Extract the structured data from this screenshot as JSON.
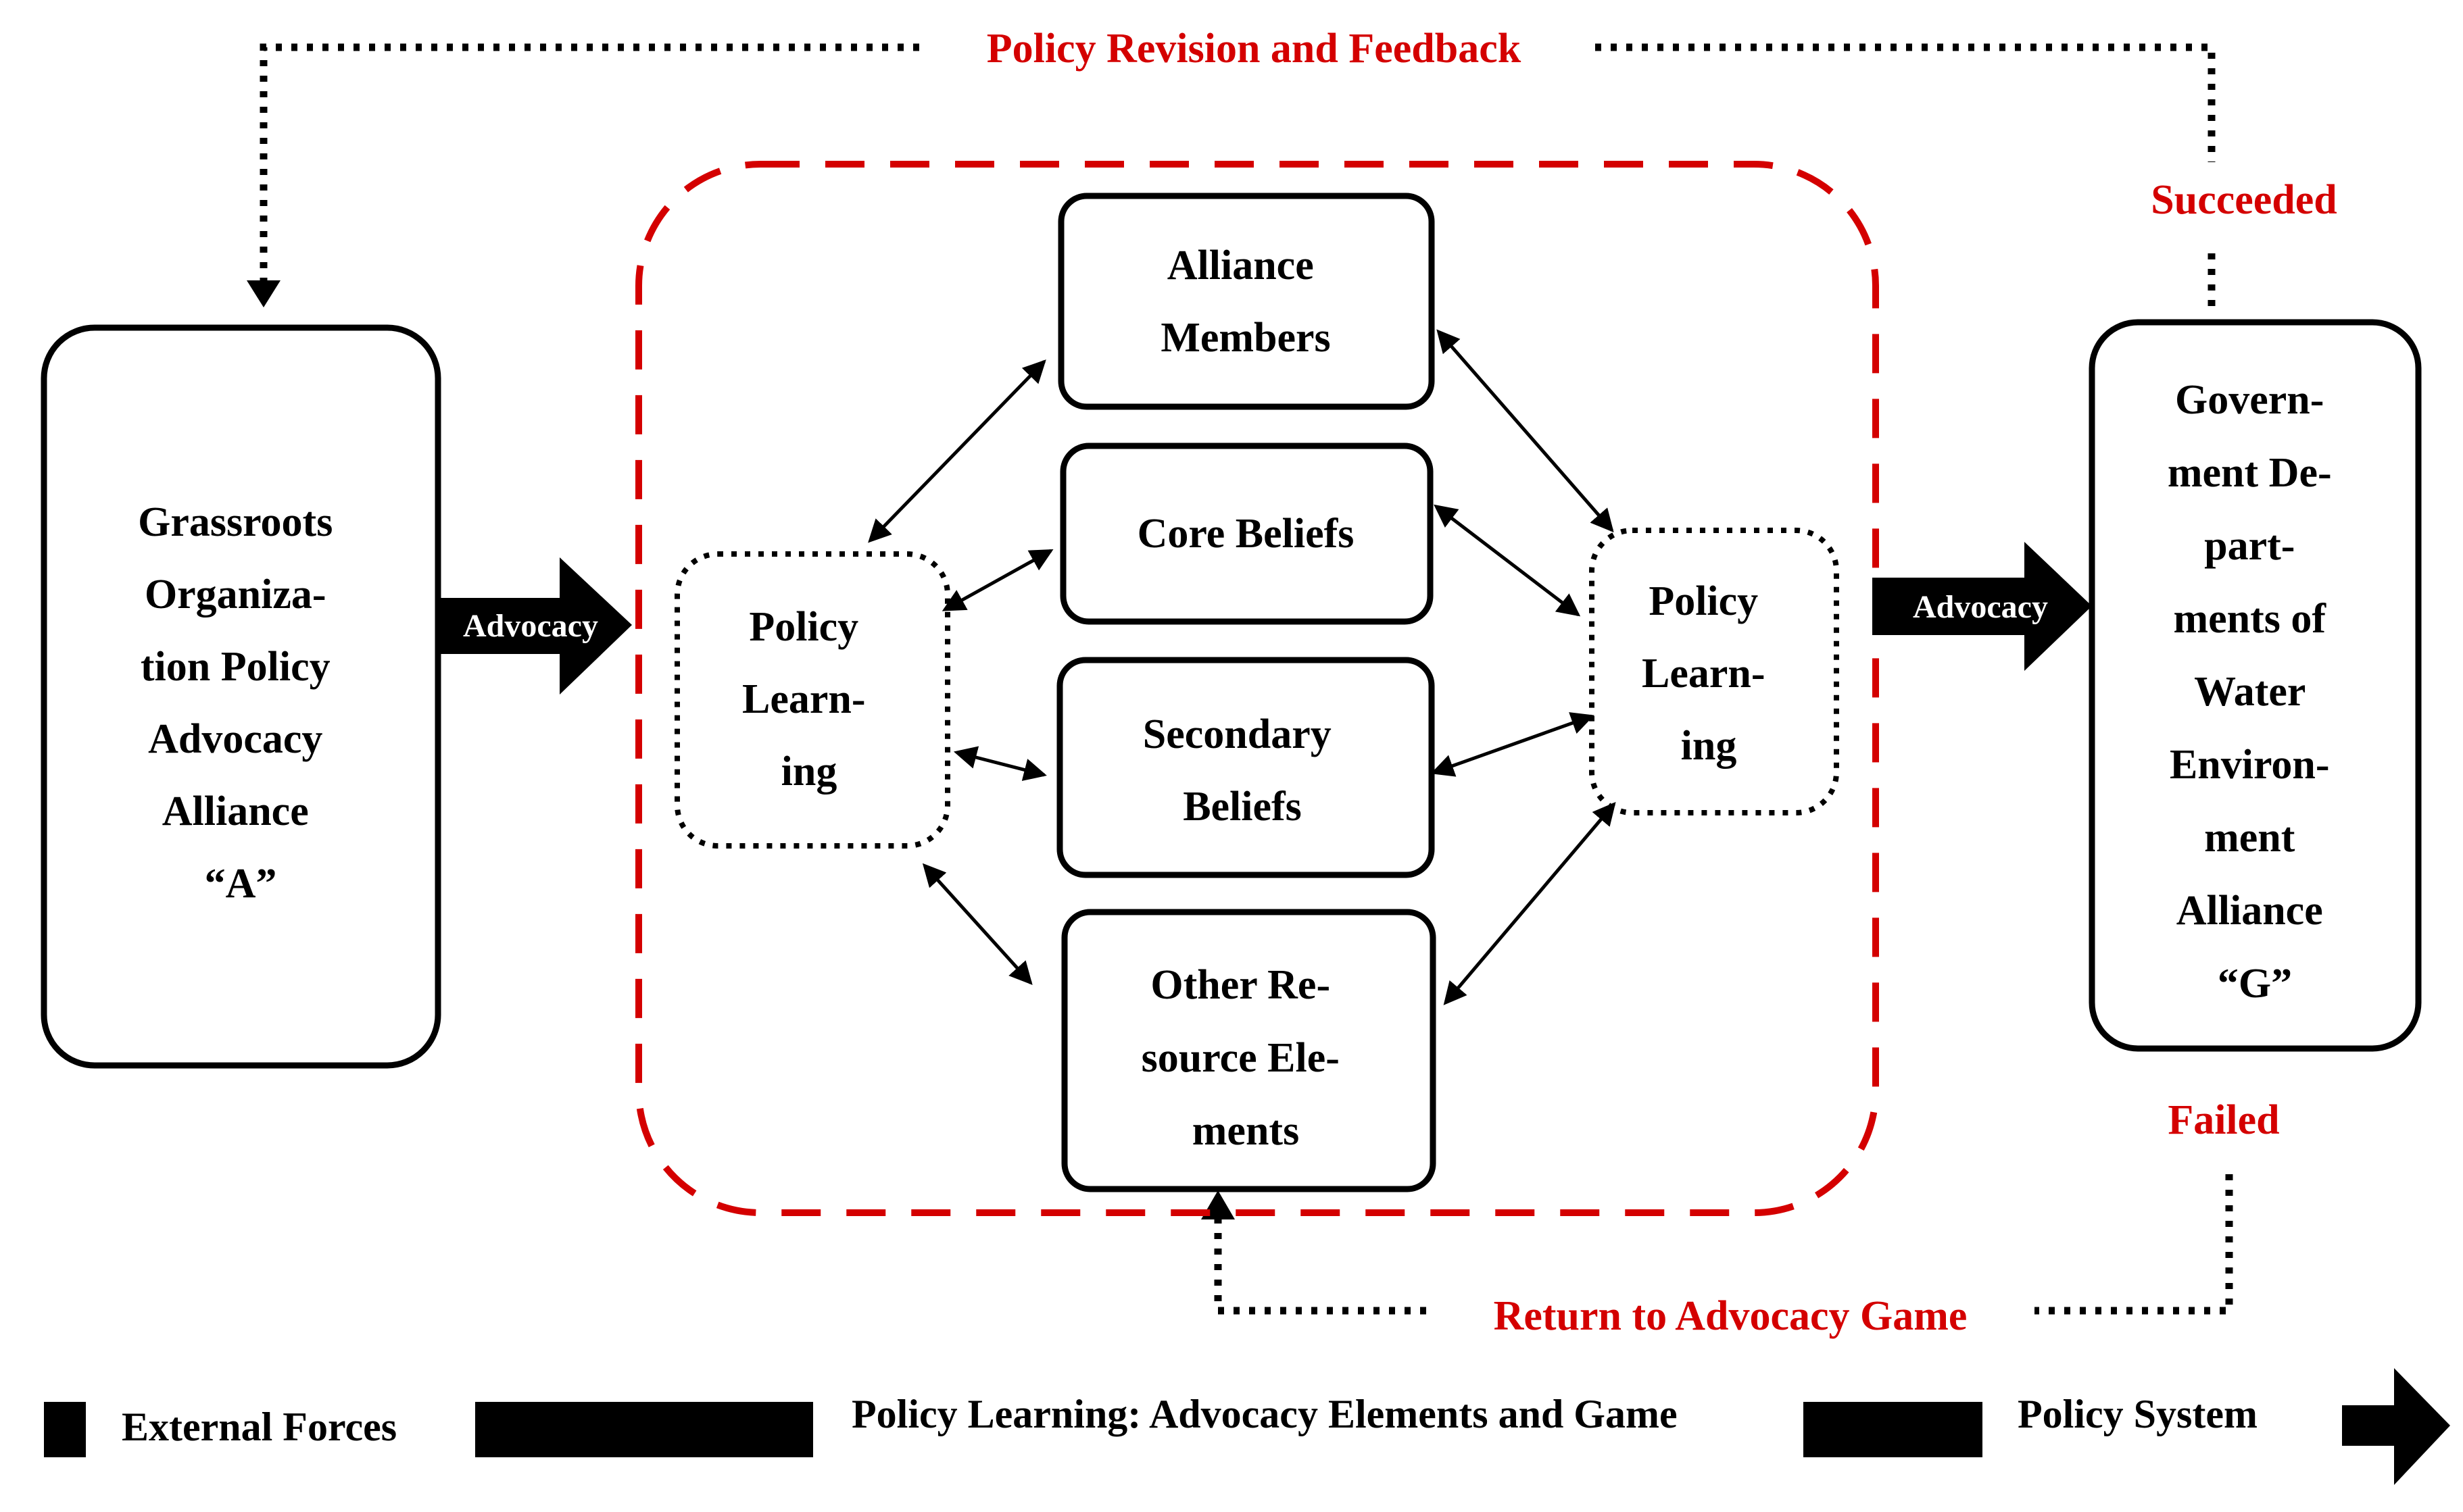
{
  "feedback_loop": {
    "top_label": "Policy Revision and Feedback",
    "succeeded_label": "Succeeded",
    "failed_label": "Failed",
    "return_label": "Return to Advocacy Game"
  },
  "left_node": {
    "lines": [
      "Grassroots",
      "Organiza-",
      "tion Policy",
      "Advocacy",
      "Alliance",
      "“A”"
    ]
  },
  "right_node": {
    "lines": [
      "Govern-",
      "ment De-",
      "part-",
      "ments of",
      "Water",
      "Environ-",
      "ment",
      "Alliance",
      "“G”"
    ]
  },
  "advocacy_arrows": {
    "left_label": "Advocacy",
    "right_label": "Advocacy"
  },
  "policy_learning_left": {
    "lines": [
      "Policy",
      "Learn-",
      "ing"
    ]
  },
  "policy_learning_right": {
    "lines": [
      "Policy",
      "Learn-",
      "ing"
    ]
  },
  "elements": {
    "alliance_members": [
      "Alliance",
      "Members"
    ],
    "core_beliefs": [
      "Core Beliefs"
    ],
    "secondary_beliefs": [
      "Secondary",
      "Beliefs"
    ],
    "other_resources": [
      "Other Re-",
      "source Ele-",
      "ments"
    ]
  },
  "legend": {
    "external_forces": "External Forces",
    "policy_learning": "Policy  Learning:  Advocacy  Elements  and  Game",
    "policy_system": "Policy System"
  },
  "colors": {
    "accent_red": "#d40000",
    "ink": "#000000"
  }
}
